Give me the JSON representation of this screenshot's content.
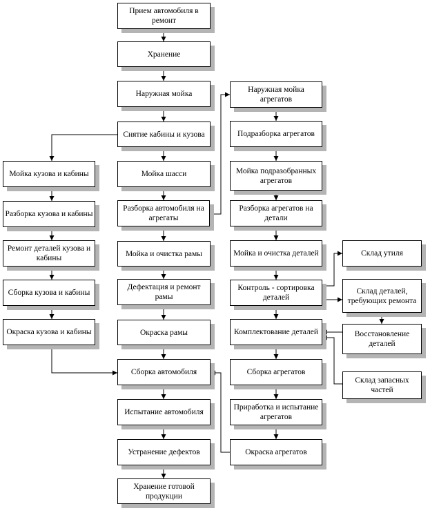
{
  "colors": {
    "box_border": "#000000",
    "box_shadow": "#b4b4b4",
    "line": "#000000",
    "background": "#ffffff"
  },
  "nodes": {
    "priem": "Прием автомобиля в ремонт",
    "hranenie": "Хранение",
    "nar_moyka": "Наружная мойка",
    "snyatie": "Снятие кабины и кузова",
    "moyka_shassi": "Мойка шасси",
    "razborka_avto": "Разборка автомобиля на агрегаты",
    "moyka_ramy": "Мойка и очистка рамы",
    "defektaciya": "Дефектация и ремонт рамы",
    "okraska_ramy": "Окраска рамы",
    "sborka_avto": "Сборка автомобиля",
    "ispytanie": "Испытание автомобиля",
    "ustranenie": "Устранение дефектов",
    "hranenie_gotovoy": "Хранение готовой продукции",
    "moyka_kuzova": "Мойка кузова и кабины",
    "razborka_kuzova": "Разборка кузова и кабины",
    "remont_kuzova": "Ремонт деталей кузова и кабины",
    "sborka_kuzova": "Сборка кузова и кабины",
    "okraska_kuzova": "Окраска кузова и кабины",
    "nar_moyka_agr": "Наружная мойка агрегатов",
    "podrazborka": "Подразборка агрегатов",
    "moyka_podraz": "Мойка подразобранных агрегатов",
    "razborka_agr": "Разборка агрегатов на детали",
    "moyka_detaley": "Мойка и очистка деталей",
    "kontrol": "Контроль - сортировка деталей",
    "komplekt": "Комплектование деталей",
    "sborka_agr": "Сборка агрегатов",
    "prirabotka": "Приработка и испытание агрегатов",
    "okraska_agr": "Окраска агрегатов",
    "sklad_utilya": "Склад утиля",
    "sklad_detaley": "Склад деталей, требующих ремонта",
    "vosstanovlenie": "Восстановление деталей",
    "sklad_zapas": "Склад запасных частей"
  }
}
